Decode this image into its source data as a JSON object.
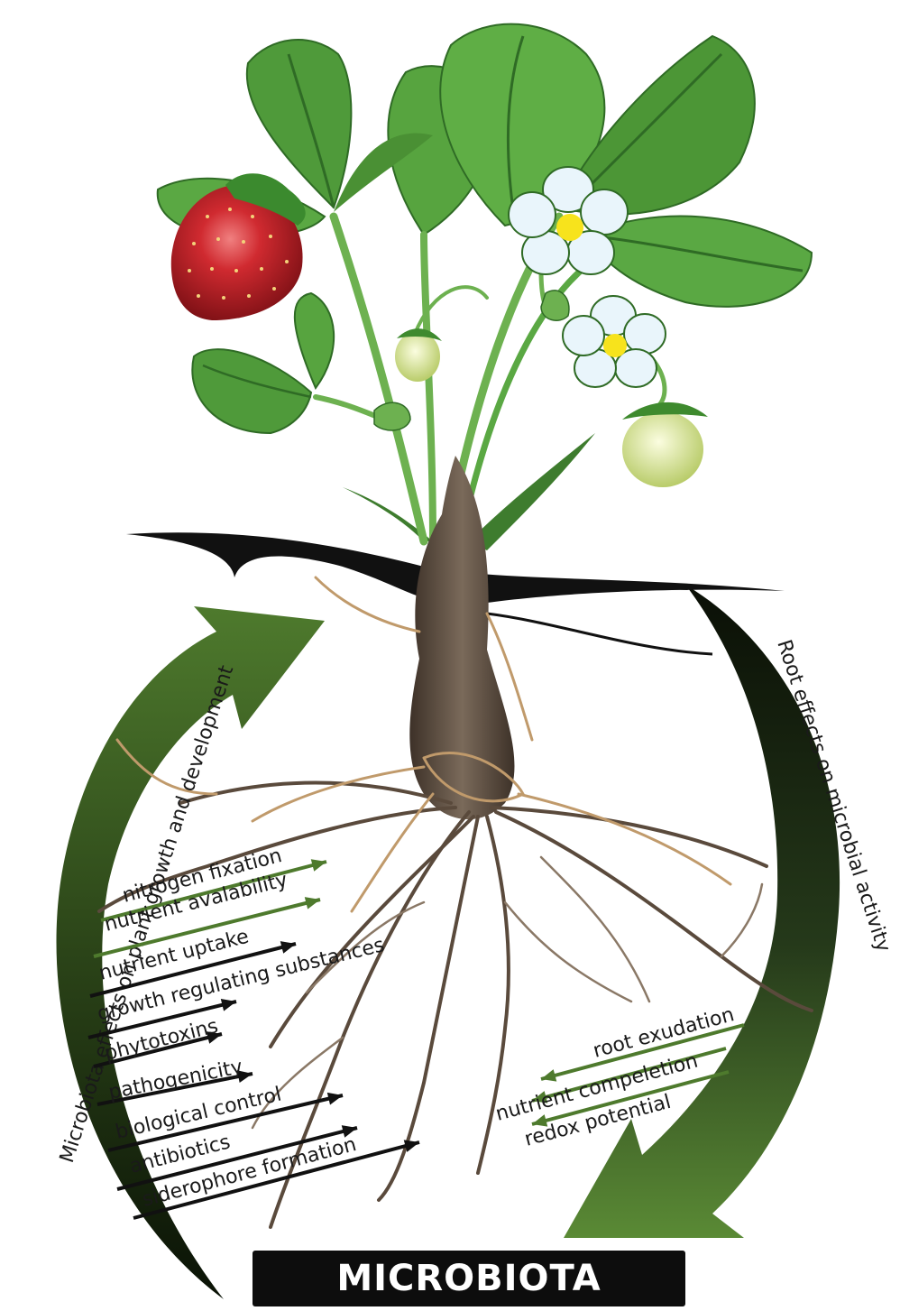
{
  "left_arc_label": "Microbiota effects on plant growth and development",
  "right_arc_label": "Root effects on microbial activity",
  "plant_effects": [
    {
      "text": "nitrogen fixation",
      "arrow": "green"
    },
    {
      "text": "nutrient avalability",
      "arrow": "green"
    },
    {
      "text": "nutrient uptake",
      "arrow": "black"
    },
    {
      "text": "growth regulating substances",
      "arrow": "black"
    },
    {
      "text": "phytotoxins",
      "arrow": "black"
    },
    {
      "text": "pathogenicity",
      "arrow": "black"
    },
    {
      "text": "biological control",
      "arrow": "black"
    },
    {
      "text": "antibiotics",
      "arrow": "black"
    },
    {
      "text": "siderophore formation",
      "arrow": "black"
    }
  ],
  "root_effects": [
    {
      "text": "root exudation",
      "arrow": "green"
    },
    {
      "text": "nutrient compeletion",
      "arrow": "green"
    },
    {
      "text": "redox potential",
      "arrow": "green"
    }
  ],
  "banner_label": "MICROBIOTA",
  "colors": {
    "leaf": "#4f9a3a",
    "leaf_dark": "#2f6b25",
    "arc_green": "#4e7a2d",
    "arc_dark": "#0e1a08",
    "strawberry": "#c4232a",
    "root_brown": "#6b5a4a",
    "root_tan": "#c09a6b",
    "flower_center": "#f7e31c",
    "banner_bg": "#0d0d0d"
  }
}
